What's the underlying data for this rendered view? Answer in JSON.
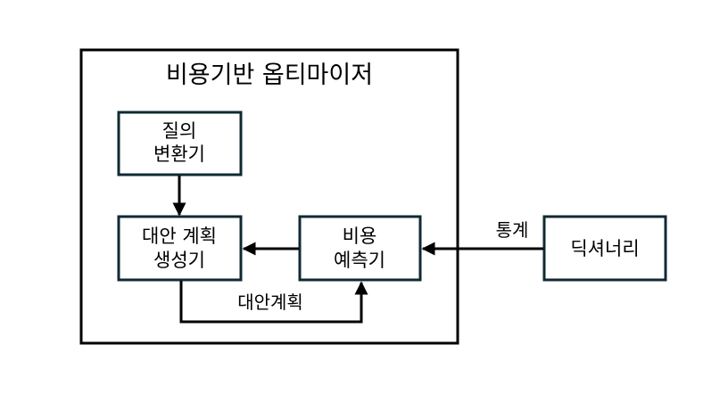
{
  "diagram": {
    "optimizer_title": "비용기반 옵티마이저",
    "nodes": {
      "query_transformer": {
        "line1": "질의",
        "line2": "변환기"
      },
      "plan_generator": {
        "line1": "대안 계획",
        "line2": "생성기"
      },
      "cost_estimator": {
        "line1": "비용",
        "line2": "예측기"
      },
      "dictionary": {
        "label": "딕셔너리"
      }
    },
    "edges": {
      "alternative_plan_label": "대안계획",
      "statistics_label": "통계"
    }
  },
  "colors": {
    "stroke": "#000000",
    "box_stroke": "#0f2a33",
    "background": "#ffffff",
    "text": "#000000"
  },
  "icons": [
    "arrow-head"
  ]
}
